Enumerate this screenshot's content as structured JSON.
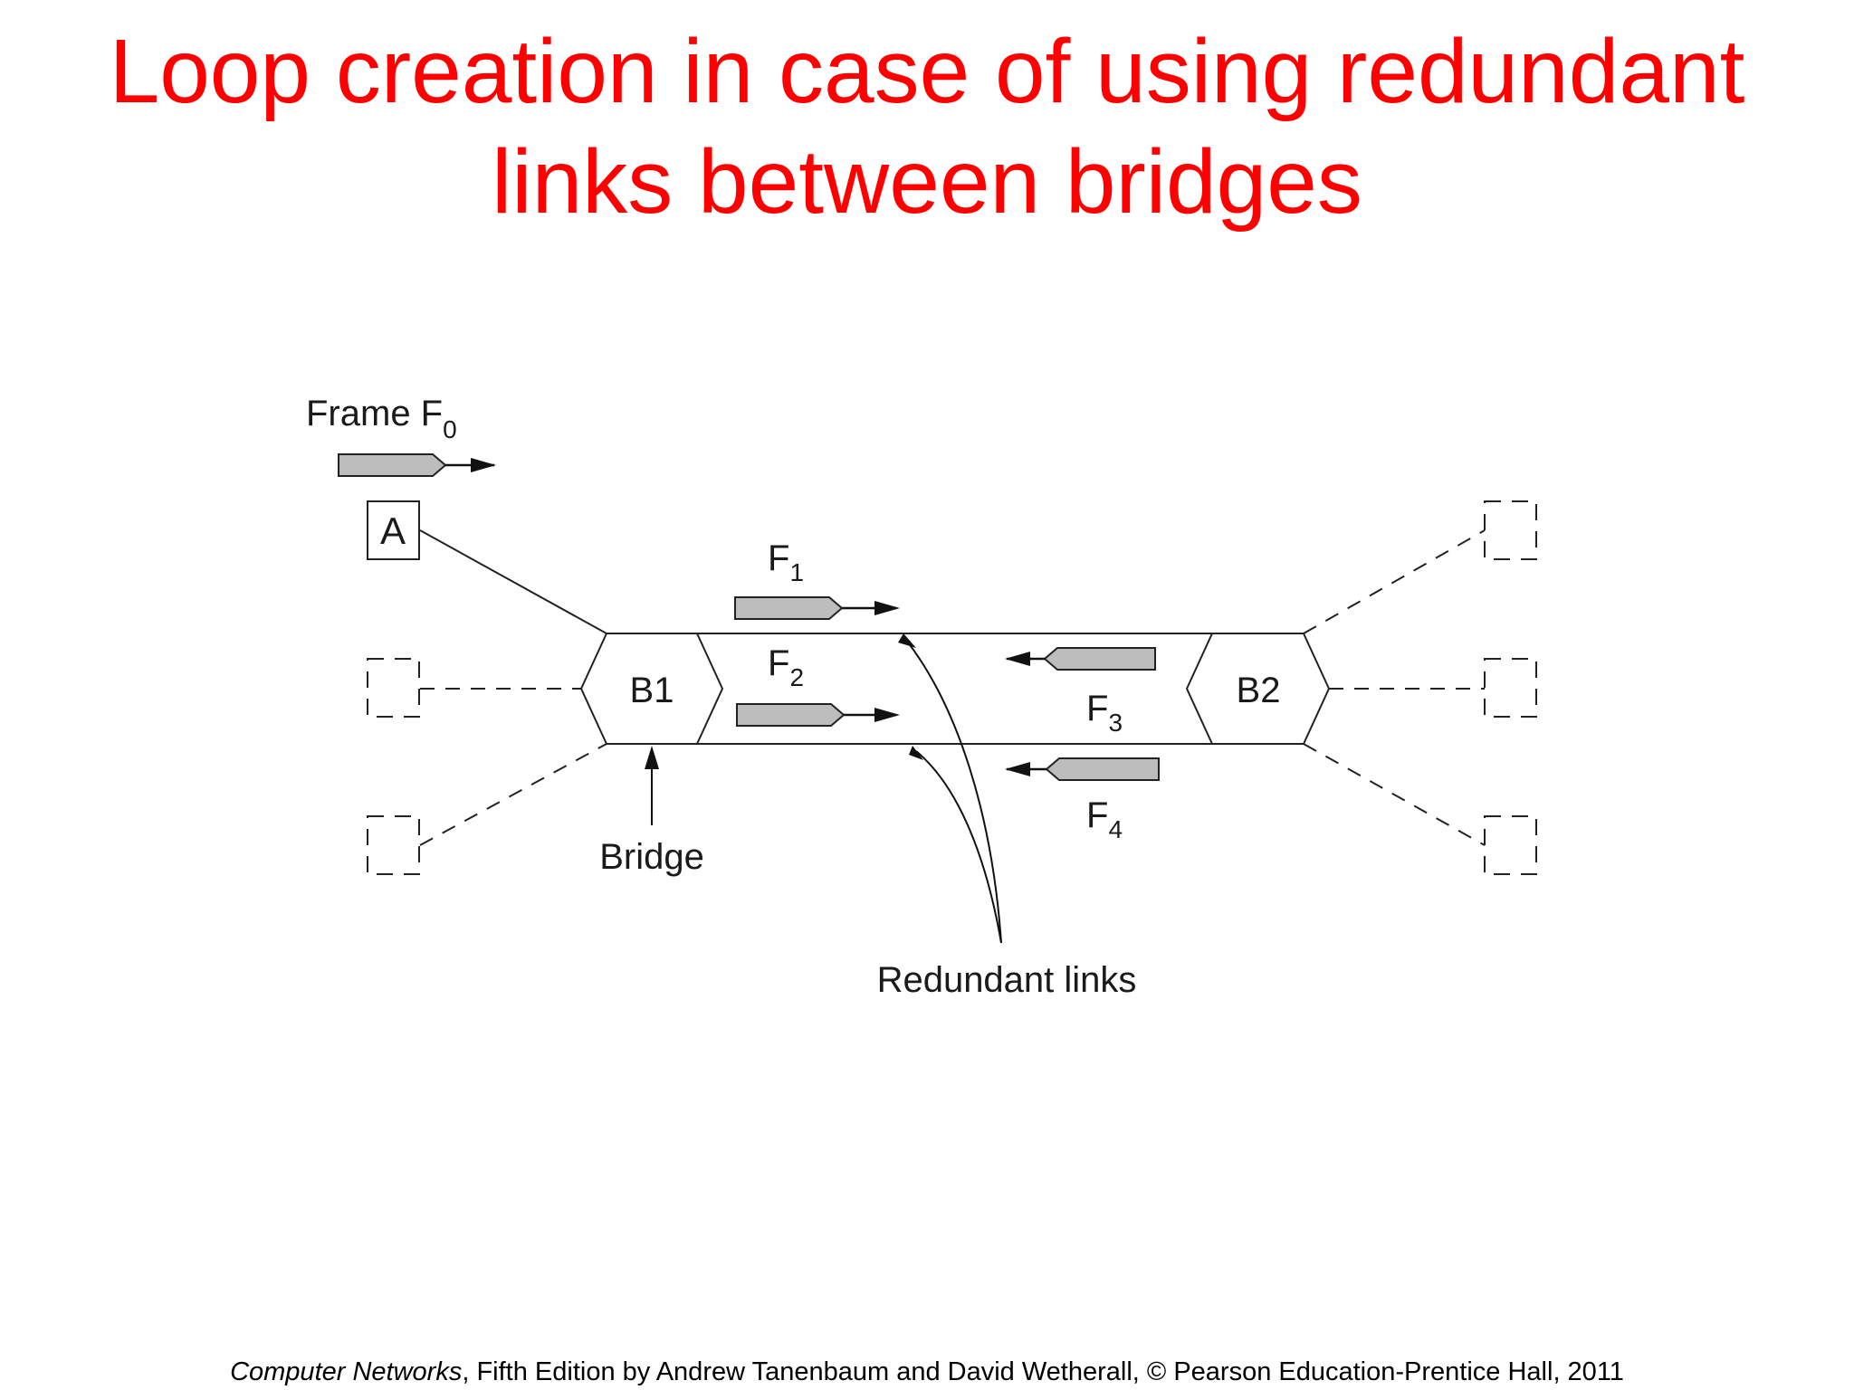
{
  "title": {
    "line1": "Loop creation in case of using redundant",
    "line2": "links between bridges"
  },
  "diagram": {
    "frame_label": "Frame F",
    "frame_sub": "0",
    "host_a": "A",
    "bridge1": "B1",
    "bridge2": "B2",
    "f1": "F",
    "f1_sub": "1",
    "f2": "F",
    "f2_sub": "2",
    "f3": "F",
    "f3_sub": "3",
    "f4": "F",
    "f4_sub": "4",
    "bridge_label": "Bridge",
    "redundant_label": "Redundant links"
  },
  "footer": {
    "book_title": "Computer Networks",
    "rest": ", Fifth Edition by Andrew Tanenbaum and David Wetherall, © Pearson Education-Prentice Hall, 2011"
  }
}
